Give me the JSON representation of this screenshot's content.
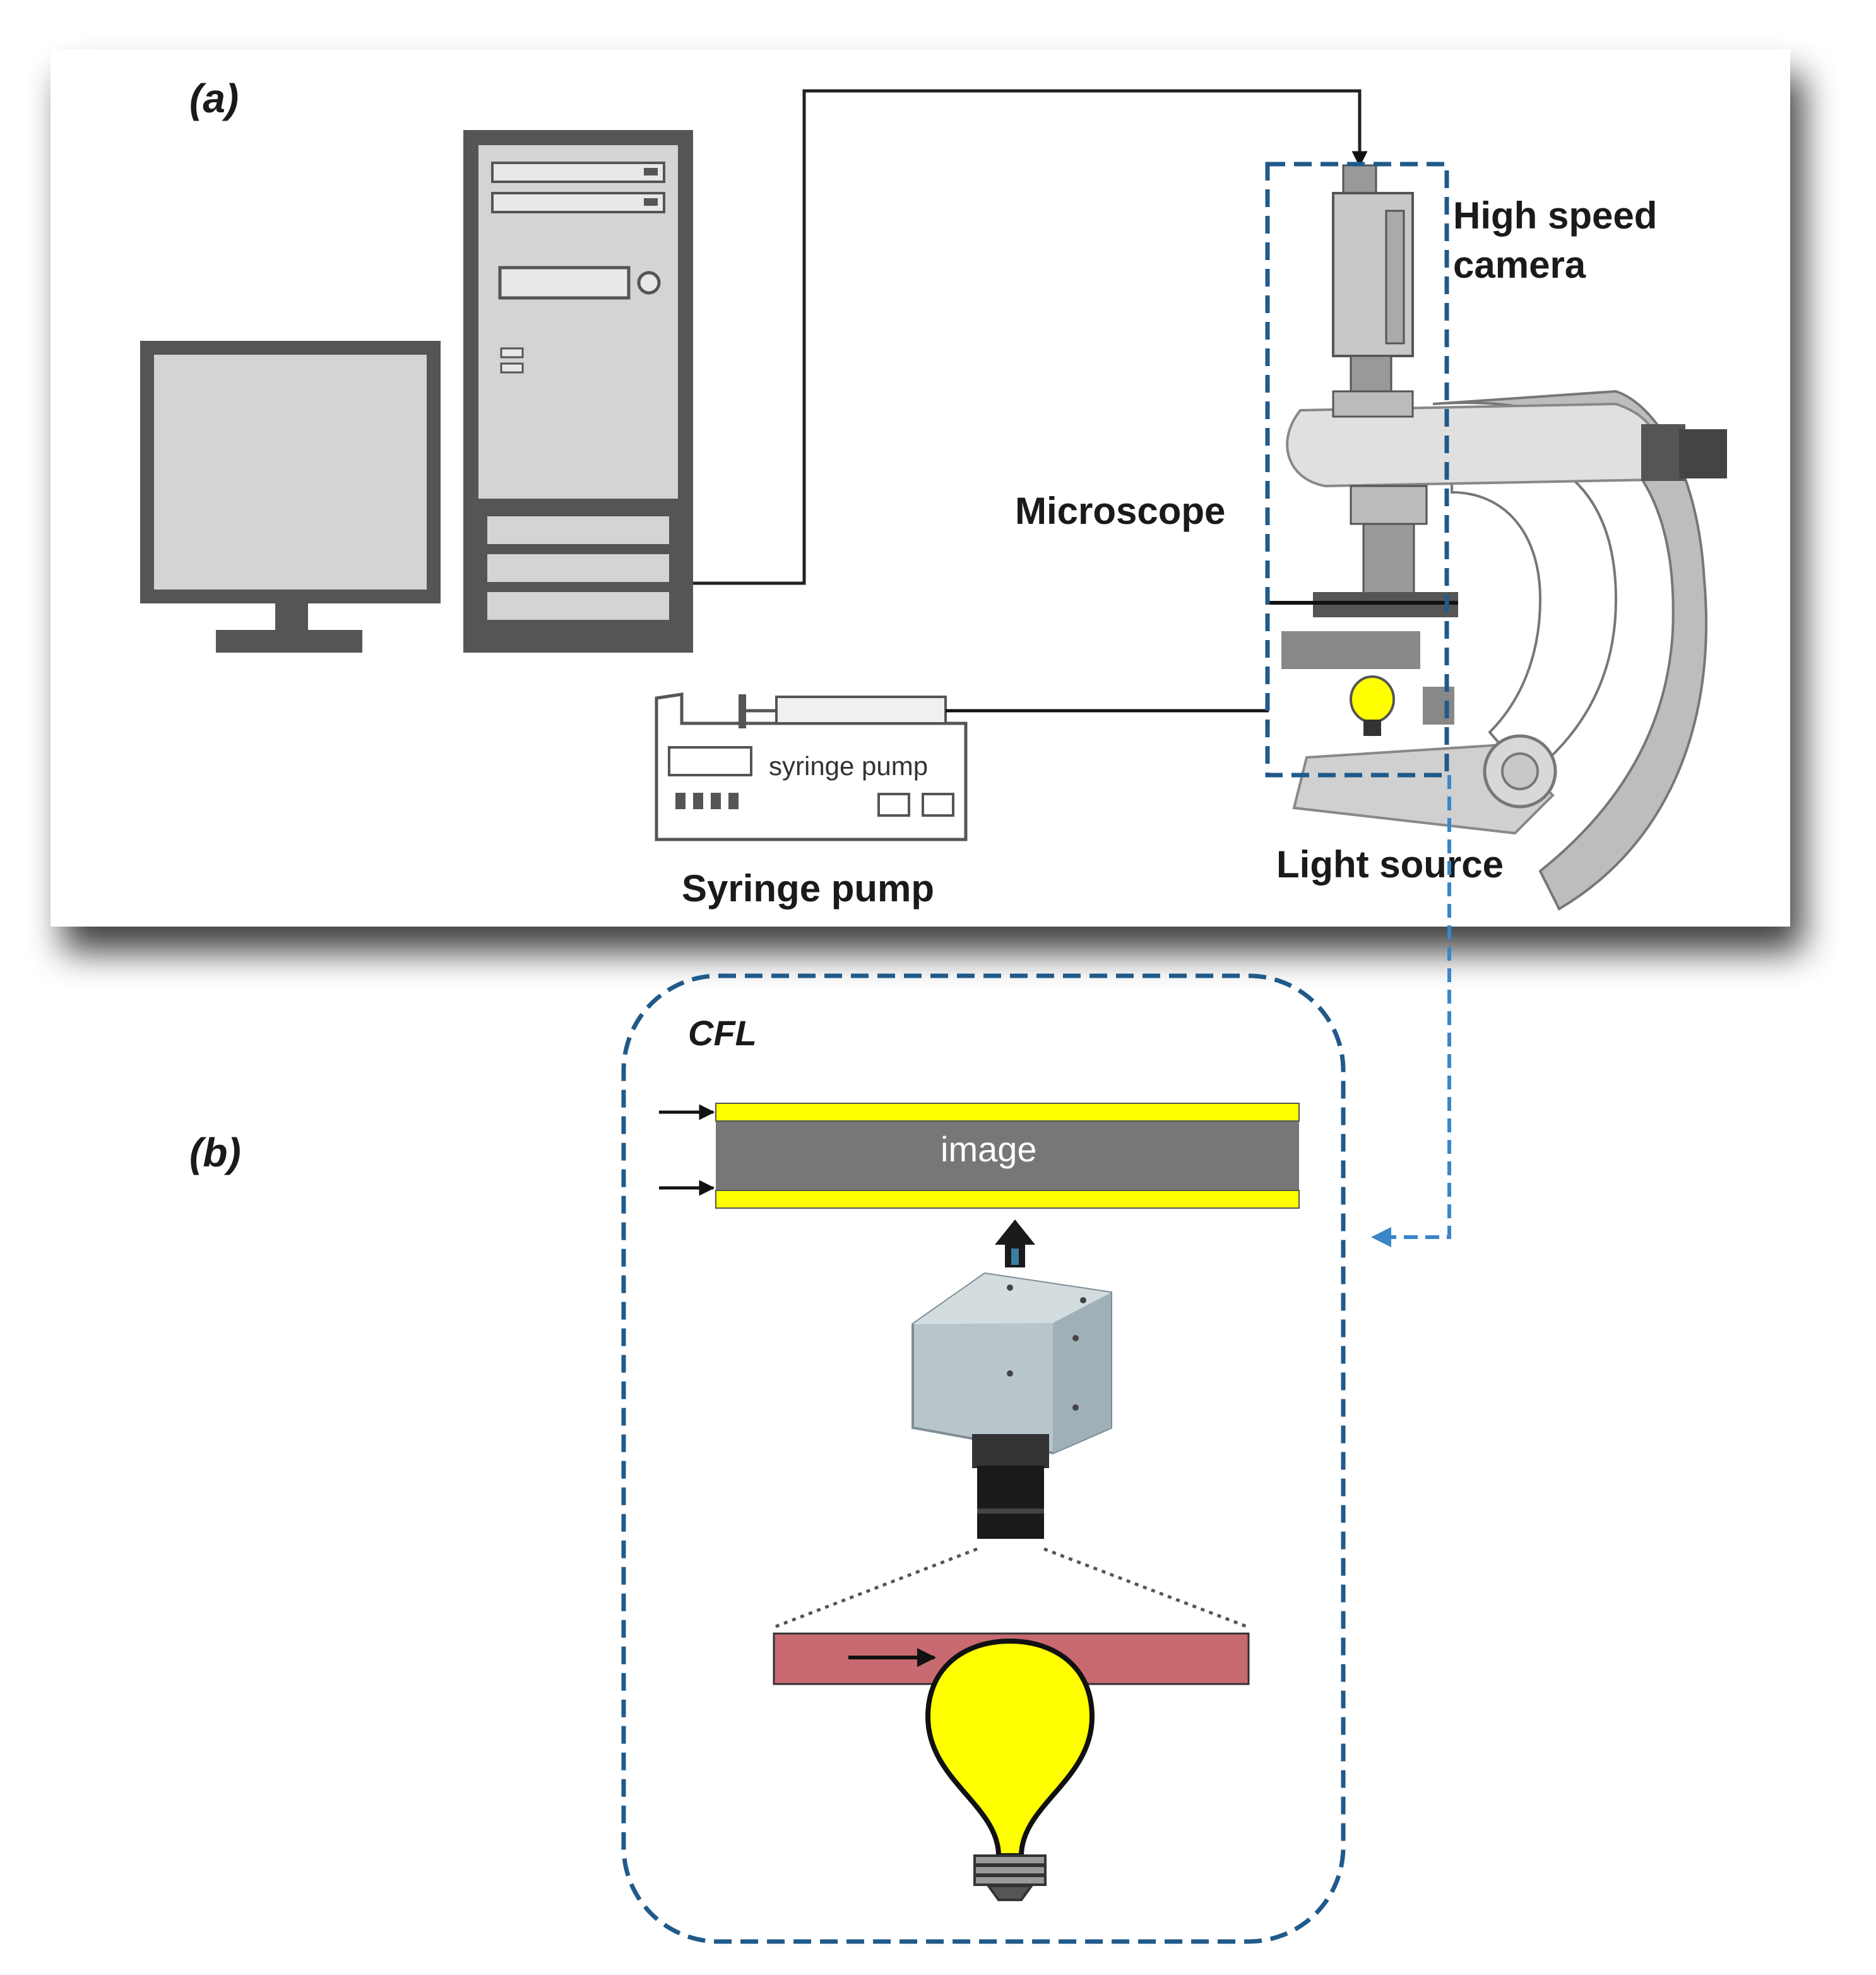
{
  "panel_a": {
    "label": "(a)",
    "high_speed_camera_line1": "High  speed",
    "high_speed_camera_line2": "camera",
    "microscope": "Microscope",
    "syringe_pump": "Syringe pump",
    "light_source": "Light source",
    "pump_device_text": "syringe pump"
  },
  "panel_b": {
    "label": "(b)",
    "cfl": "CFL",
    "image_strip": "image"
  },
  "colors": {
    "dashed_box": "#1f5a8a",
    "connector_dashed": "#3a86c8",
    "yellow": "#ffff00",
    "channel_gray": "#777777",
    "channel_red": "#c86a70"
  }
}
